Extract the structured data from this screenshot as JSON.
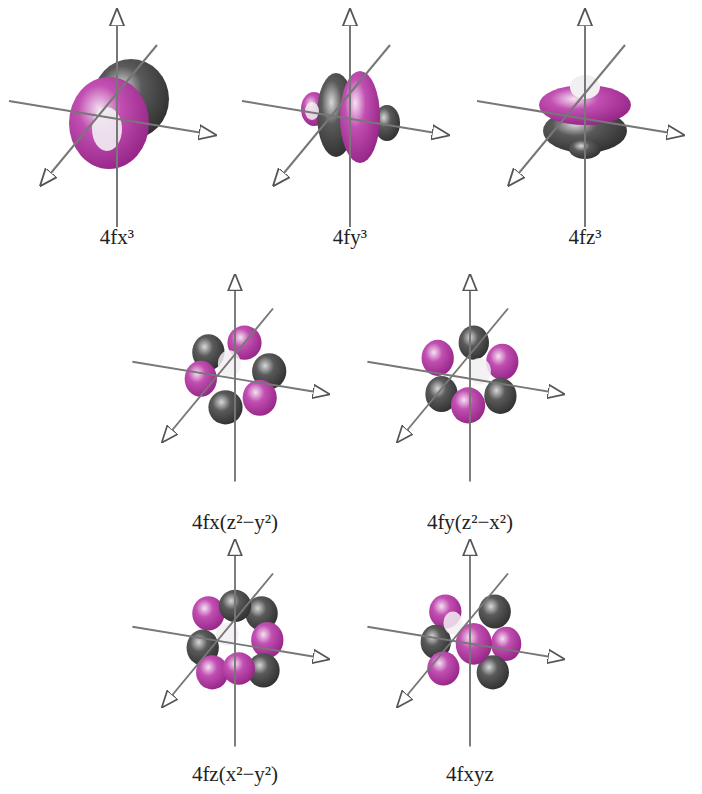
{
  "diagram": {
    "labels": [
      "4fx³",
      "4fy³",
      "4fz³",
      "4fx(z²−y²)",
      "4fy(z²−x²)",
      "4fz(x²−y²)",
      "4fxyz"
    ]
  }
}
